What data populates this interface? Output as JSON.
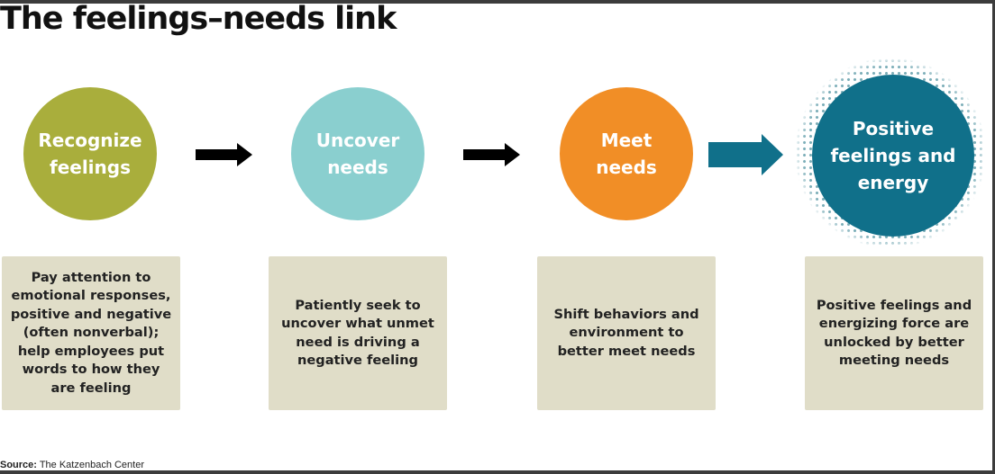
{
  "title": "The feelings–needs link",
  "steps": [
    {
      "label": "Recognize\nfeelings",
      "color": "#a9ae3c",
      "description": "Pay attention to\nemotional responses,\npositive and negative\n(often nonverbal);\nhelp employees put\nwords to how they\nare feeling"
    },
    {
      "label": "Uncover\nneeds",
      "color": "#8acfcf",
      "description": "Patiently seek to\nuncover what unmet\nneed is driving a\nnegative feeling"
    },
    {
      "label": "Meet\nneeds",
      "color": "#f18e26",
      "description": "Shift behaviors and\nenvironment to\nbetter meet needs"
    },
    {
      "label": "Positive\nfeelings and\nenergy",
      "color": "#10708a",
      "description": "Positive feelings and\nenergizing force are\nunlocked by better\nmeeting needs"
    }
  ],
  "arrows": [
    {
      "color": "#000000"
    },
    {
      "color": "#000000"
    },
    {
      "color": "#10708a"
    }
  ],
  "source": {
    "label": "Source:",
    "text": " The Katzenbach Center"
  },
  "colors": {
    "box_fill": "#e0ddc8",
    "frame": "#3c3c3c"
  }
}
